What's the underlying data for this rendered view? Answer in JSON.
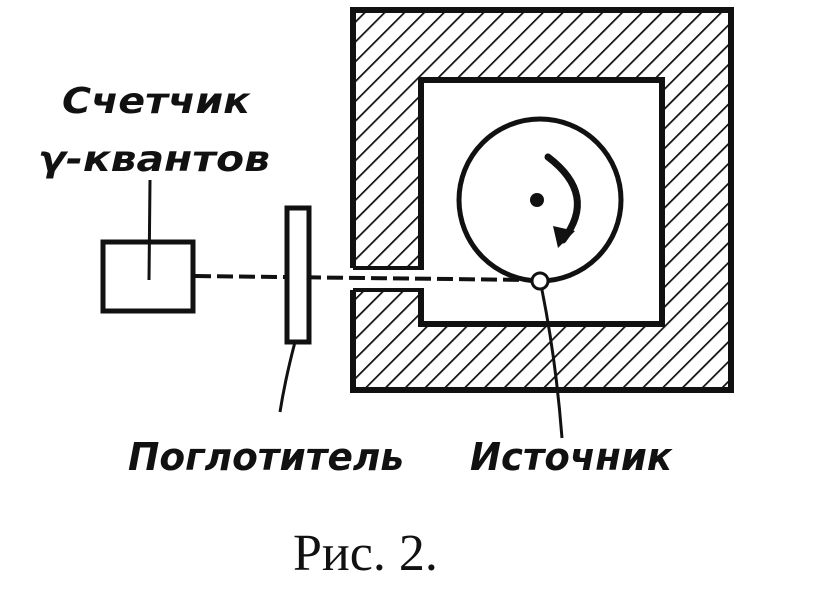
{
  "labels": {
    "counter_line1": "Счетчик",
    "counter_line2": "γ-квантов",
    "absorber": "Поглотитель",
    "source": "Источник"
  },
  "caption": "Рис. 2.",
  "colors": {
    "ink": "#111111",
    "background": "#ffffff"
  }
}
